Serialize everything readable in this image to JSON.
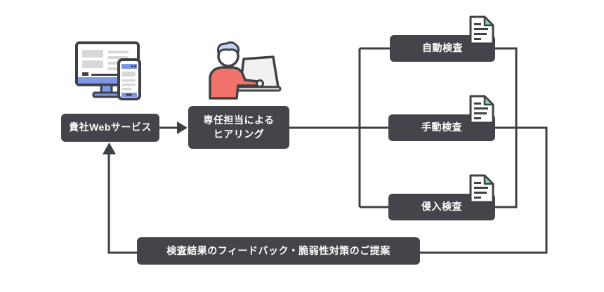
{
  "nodes": {
    "webservice": {
      "label": "貴社Webサービス"
    },
    "hearing": {
      "label": "専任担当による\nヒアリング"
    },
    "auto_inspection": {
      "label": "自動検査"
    },
    "manual_inspection": {
      "label": "手動検査"
    },
    "intrusion_inspection": {
      "label": "侵入検査"
    },
    "feedback": {
      "label": "検査結果のフィードバック・脆弱性対策のご提案"
    }
  },
  "edges": [
    {
      "from": "webservice",
      "to": "hearing",
      "arrow": true
    },
    {
      "from": "hearing",
      "to": "auto_inspection",
      "arrow": false
    },
    {
      "from": "hearing",
      "to": "manual_inspection",
      "arrow": false
    },
    {
      "from": "hearing",
      "to": "intrusion_inspection",
      "arrow": false
    },
    {
      "from": "auto_inspection",
      "to": "feedback",
      "arrow": false
    },
    {
      "from": "manual_inspection",
      "to": "feedback",
      "arrow": false
    },
    {
      "from": "intrusion_inspection",
      "to": "feedback",
      "arrow": false
    },
    {
      "from": "feedback",
      "to": "webservice",
      "arrow": true
    }
  ],
  "icons": {
    "devices": "desktop-and-smartphone-icon",
    "person": "person-at-laptop-icon",
    "report": "report-document-icon"
  },
  "colors": {
    "node_background": "#43454A",
    "node_text": "#FFFFFF",
    "connector": "#3C3F44",
    "accent_blue": "#7E96E6",
    "accent_red": "#F2736B",
    "accent_green": "#8FD3A6",
    "light_gray": "#D8D8D8",
    "background": "#FFFFFF"
  }
}
